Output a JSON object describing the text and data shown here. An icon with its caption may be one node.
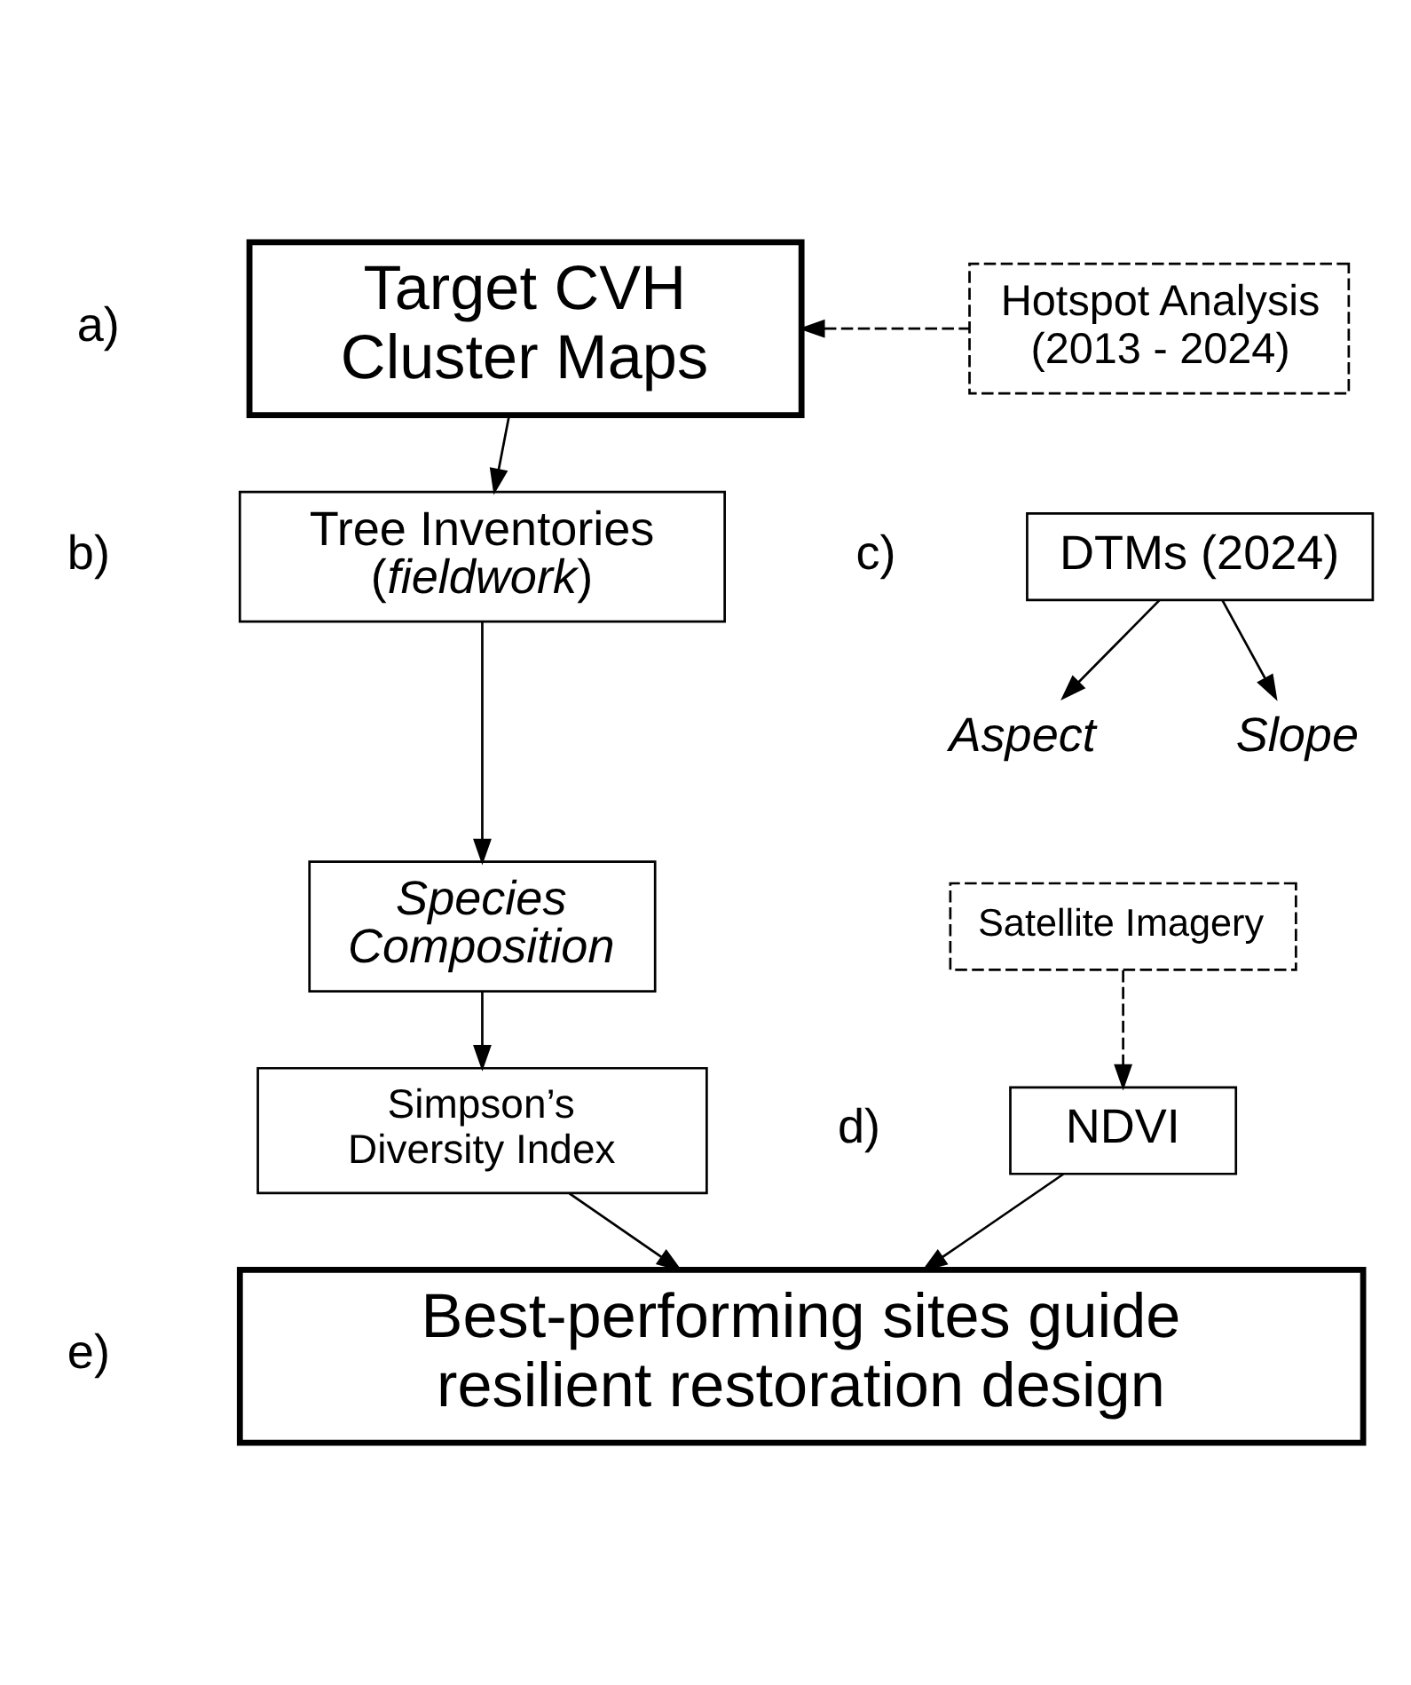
{
  "diagram": {
    "nodes": [
      {
        "text": [
          "Target CVH Cluster Maps"
        ]
      },
      {
        "text": [
          "Hotspot Analysis (2013 - 2024)"
        ]
      },
      {
        "text": [
          "Tree Inventories (*fieldwork*)"
        ]
      },
      {
        "text": [
          "Species Composition"
        ]
      },
      {
        "text": [
          "DTMs (2024)"
        ]
      },
      {
        "text": [
          "Slope"
        ]
      },
      {
        "text": [
          "Aspect"
        ]
      },
      {
        "text": [
          "Satellite Imagery"
        ]
      },
      {
        "text": [
          "Simpson’s Diversity Index"
        ]
      },
      {
        "text": [
          "NDVI"
        ]
      },
      {
        "text": [
          "Best-performing sites guide resilient restoration design"
        ]
      }
    ],
    "edges": [
      {
        "from": 1,
        "to": 0,
        "arrow": "to",
        "style": "dashed"
      },
      {
        "from": 0,
        "to": 2,
        "arrow": "to"
      },
      {
        "from": 2,
        "to": 3,
        "arrow": "to"
      },
      {
        "from": 3,
        "to": 8,
        "arrow": "to"
      },
      {
        "from": 4,
        "to": 5,
        "arrow": "to"
      },
      {
        "from": 4,
        "to": 6,
        "arrow": "to"
      },
      {
        "from": 7,
        "to": 9,
        "arrow": "to",
        "style": "dashed"
      },
      {
        "from": 8,
        "to": 10,
        "arrow": "to"
      },
      {
        "from": 9,
        "to": 10,
        "arrow": "to"
      }
    ],
    "labels": [
      "a)",
      "b)",
      "c)",
      "d)",
      "e)"
    ]
  }
}
